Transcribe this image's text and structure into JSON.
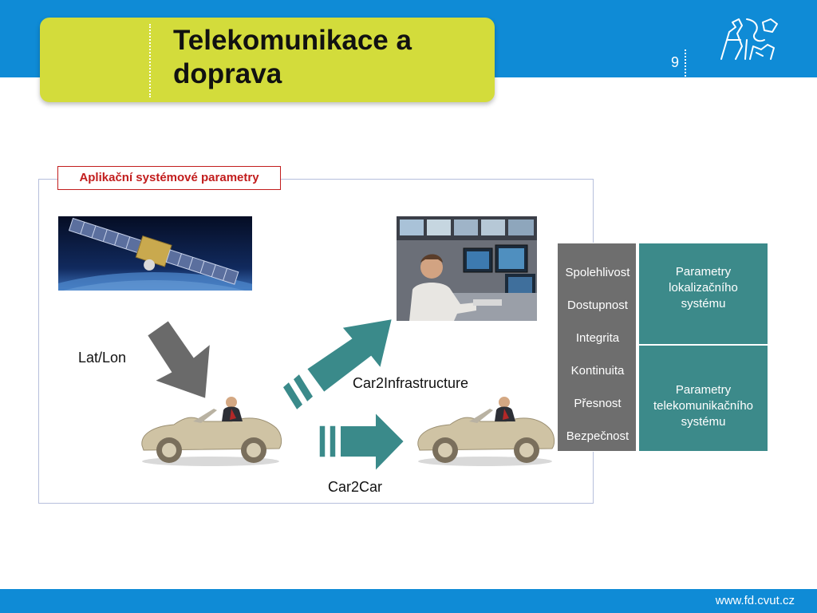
{
  "slide": {
    "title_line1": "Telekomunikace a",
    "title_line2": "doprava",
    "page_number": "9",
    "footer_url": "www.fd.cvut.cz"
  },
  "diagram": {
    "title": "Aplikační systémové parametry",
    "labels": {
      "lat_lon": "Lat/Lon",
      "car2infrastructure": "Car2Infrastructure",
      "car2car": "Car2Car"
    }
  },
  "parameters": {
    "left_items": [
      "Spolehlivost",
      "Dostupnost",
      "Integrita",
      "Kontinuita",
      "Přesnost",
      "Bezpečnost"
    ],
    "right_top": [
      "Parametry",
      "lokalizačního",
      "systému"
    ],
    "right_bottom": [
      "Parametry",
      "telekomunikačního",
      "systému"
    ]
  },
  "colors": {
    "header_blue": "#0f8bd6",
    "title_yellow": "#d3dc3b",
    "label_red": "#c21d1d",
    "param_gray": "#6e6e6e",
    "param_teal": "#3c8a8a",
    "arrow_teal": "#3a8a8a",
    "arrow_gray": "#6a6a6a"
  },
  "icons": [
    "cvut-logo",
    "satellite-image",
    "control-room-image",
    "car-image"
  ]
}
